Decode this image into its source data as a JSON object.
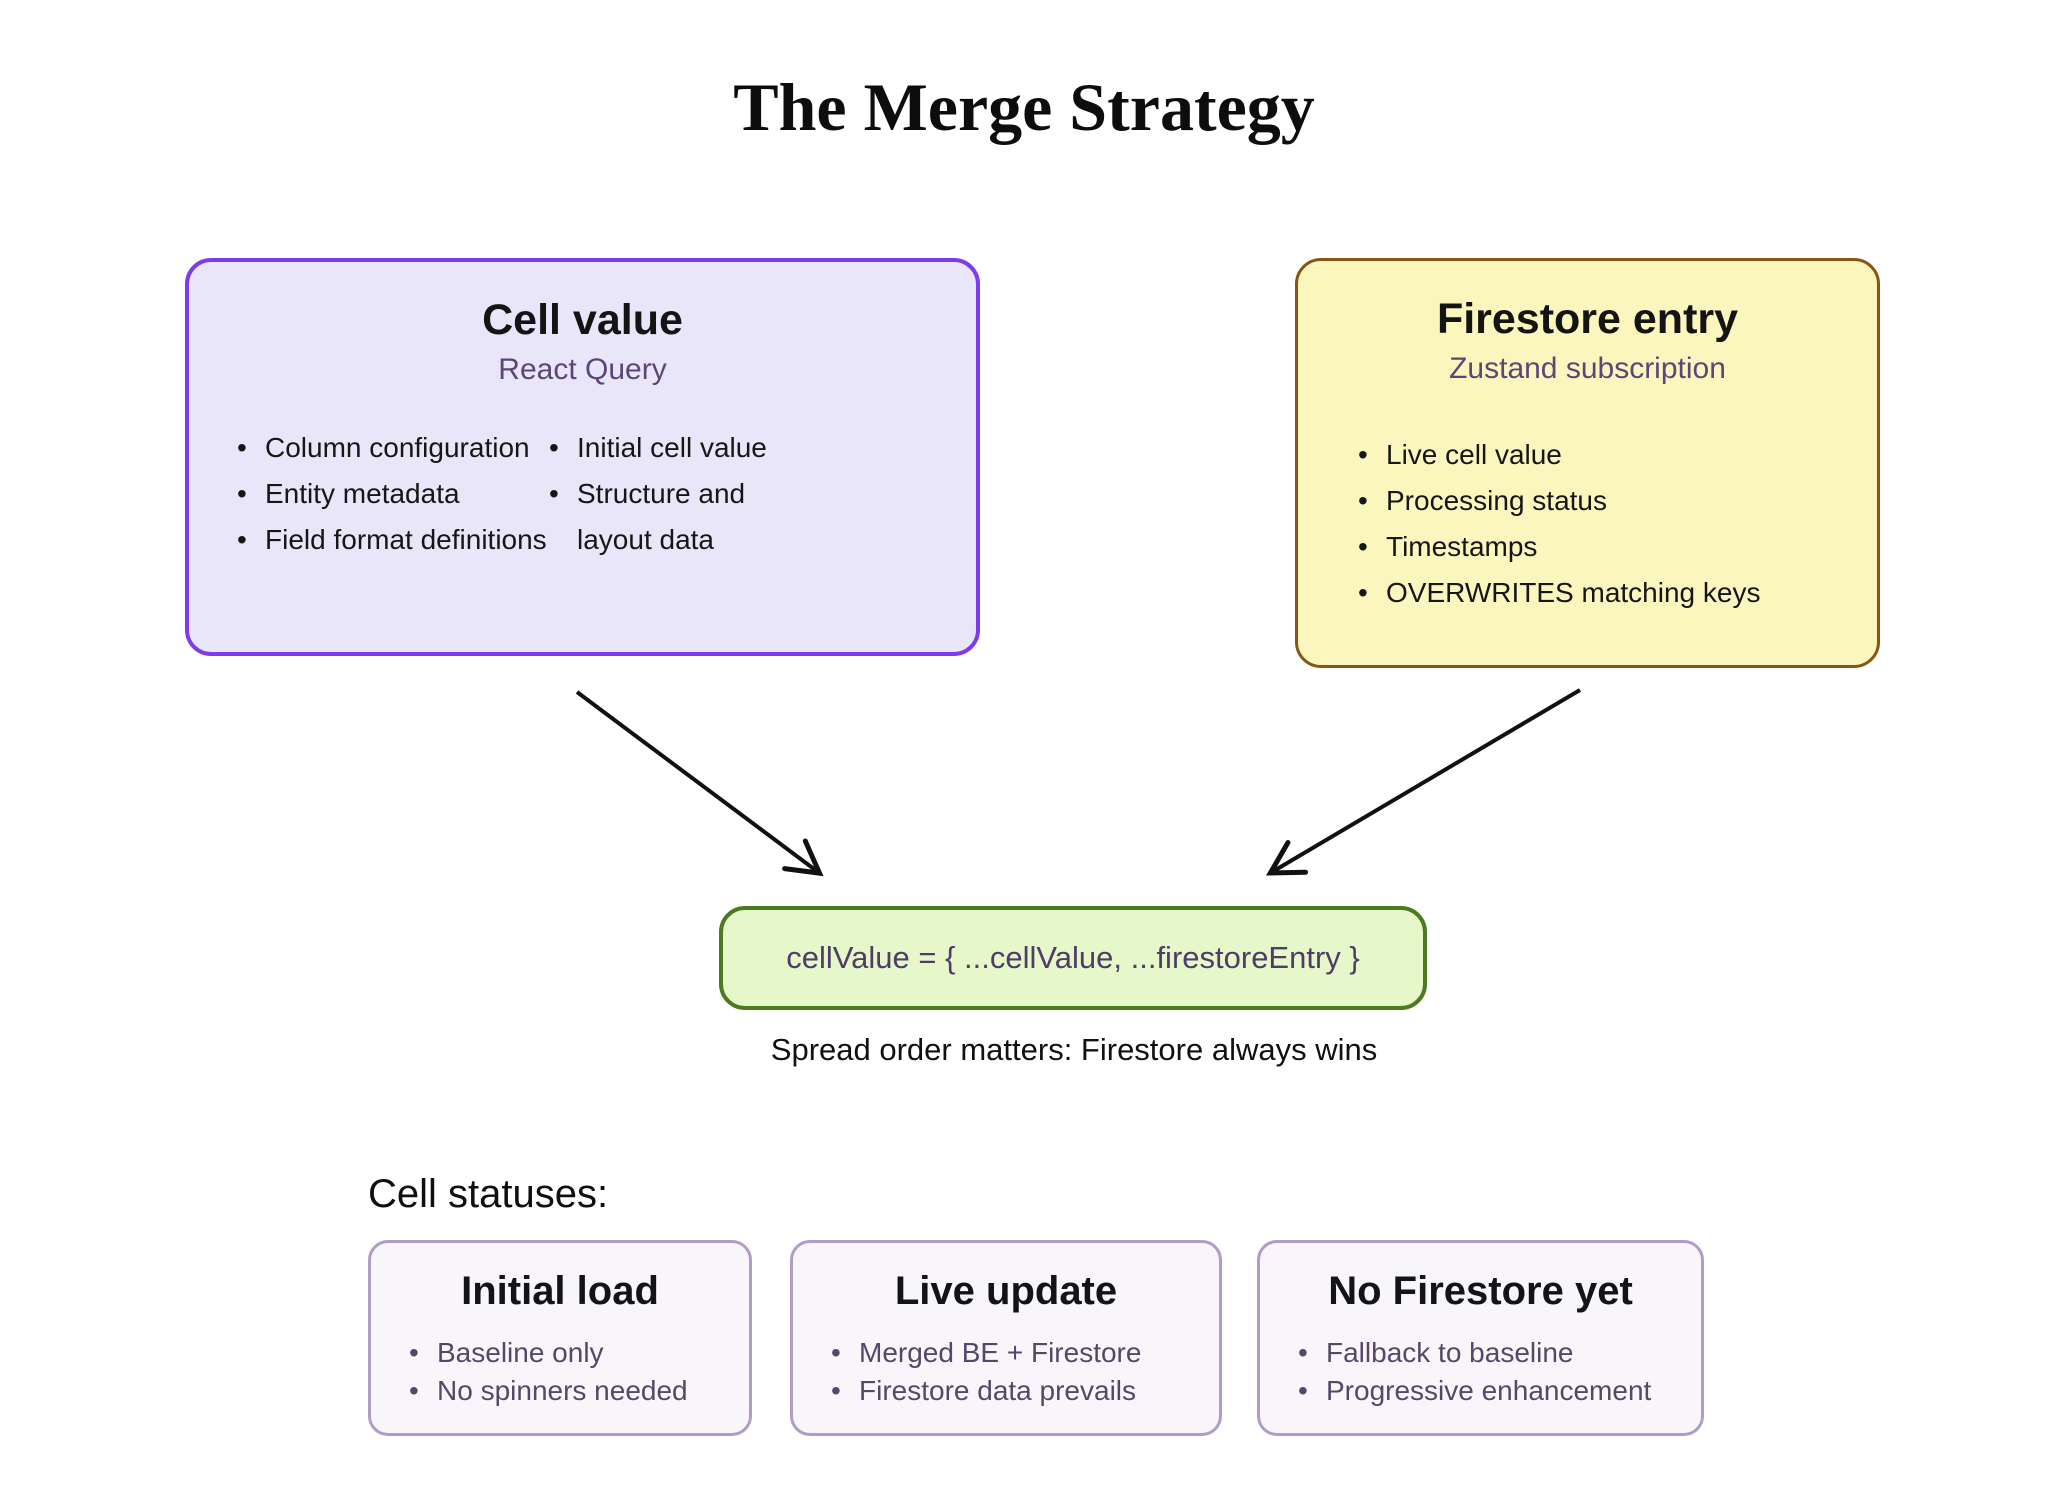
{
  "title": "The Merge Strategy",
  "colors": {
    "cell_value_border": "#7d3bec",
    "cell_value_fill": "#eae6f9",
    "firestore_border": "#875712",
    "firestore_fill": "#fbf5be",
    "merge_border": "#4c7a1e",
    "merge_fill": "#e6f7c9",
    "status_border": "#b09dc7",
    "status_fill": "#f8f6fb",
    "subtitle_text": "#5c4677",
    "status_bullet_text": "#564768",
    "code_text": "#4f3d68"
  },
  "diagram": {
    "cell_value_box": {
      "title": "Cell value",
      "subtitle": "React Query",
      "bullets_col1": [
        "Column configuration",
        "Entity metadata",
        "Field format definitions"
      ],
      "bullets_col2": [
        "Initial cell value",
        "Structure and layout data"
      ]
    },
    "firestore_box": {
      "title": "Firestore entry",
      "subtitle": "Zustand subscription",
      "bullets": [
        "Live cell value",
        "Processing status",
        "Timestamps",
        "OVERWRITES matching keys"
      ]
    },
    "merge_box": {
      "code": "cellValue = { ...cellValue, ...firestoreEntry }"
    },
    "caption": "Spread order matters: Firestore always wins"
  },
  "statuses": {
    "heading": "Cell statuses:",
    "cards": [
      {
        "title": "Initial load",
        "bullets": [
          "Baseline only",
          "No spinners needed"
        ]
      },
      {
        "title": "Live update",
        "bullets": [
          "Merged BE + Firestore",
          "Firestore data prevails"
        ]
      },
      {
        "title": "No Firestore yet",
        "bullets": [
          "Fallback to baseline",
          "Progressive enhancement"
        ]
      }
    ]
  }
}
